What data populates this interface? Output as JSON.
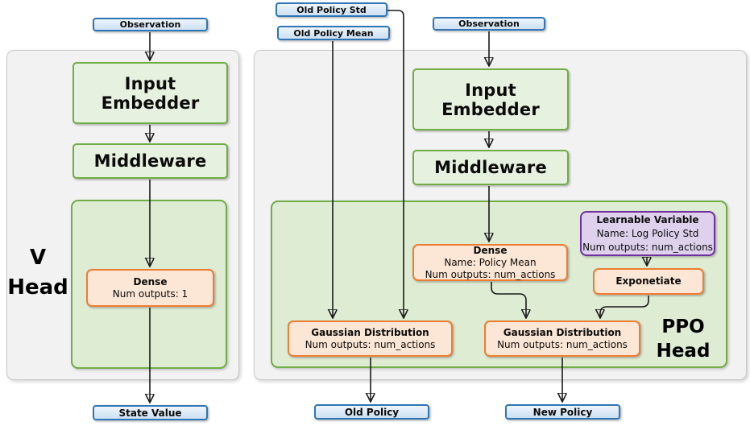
{
  "v_head": {
    "observation": "Observation",
    "input_embedder": "Input Embedder",
    "middleware": "Middleware",
    "dense": {
      "title": "Dense",
      "outputs": "Num outputs: 1"
    },
    "label": {
      "line1": "V",
      "line2": "Head"
    },
    "state_value": "State Value"
  },
  "ppo_head": {
    "old_policy_std": "Old Policy Std",
    "old_policy_mean": "Old Policy Mean",
    "observation": "Observation",
    "input_embedder": "Input Embedder",
    "middleware": "Middleware",
    "dense": {
      "title": "Dense",
      "name": "Name: Policy Mean",
      "outputs": "Num outputs: num_actions"
    },
    "learnable": {
      "title": "Learnable Variable",
      "name": "Name: Log Policy Std",
      "outputs": "Num outputs: num_actions"
    },
    "exponentiate": "Exponetiate",
    "gaussian_old": {
      "title": "Gaussian Distribution",
      "outputs": "Num outputs: num_actions"
    },
    "gaussian_new": {
      "title": "Gaussian Distribution",
      "outputs": "Num outputs: num_actions"
    },
    "label": {
      "line1": "PPO",
      "line2": "Head"
    },
    "old_policy": "Old Policy",
    "new_policy": "New Policy"
  },
  "colors": {
    "blue_border": "#2e75b6",
    "blue_fill": "#d7e7f6",
    "green_border": "#70ad47",
    "green_node_fill": "#e7f1df",
    "green_container_fill": "#deecd3",
    "orange_border": "#ed7d31",
    "orange_fill": "#fce6d5",
    "purple_border": "#7030a0",
    "purple_fill": "#ddd1ec",
    "gray_container_fill": "#f2f2f2",
    "gray_container_border": "#c9c9c9",
    "arrow": "#1a1a1a"
  }
}
